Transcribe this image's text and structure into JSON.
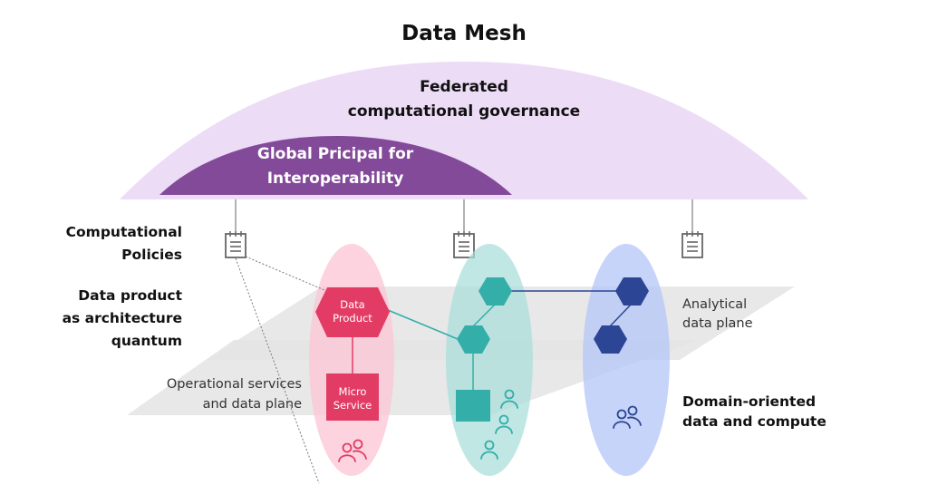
{
  "title": "Data Mesh",
  "governance": {
    "outer_label_lines": [
      "Federated",
      "computational governance"
    ],
    "inner_label_lines": [
      "Global Pricipal for",
      "Interoperability"
    ]
  },
  "side_labels": {
    "policies_lines": [
      "Computational",
      "Policies"
    ],
    "quantum_lines": [
      "Data product",
      "as architecture",
      "quantum"
    ],
    "operational_lines": [
      "Operational services",
      "and data plane"
    ],
    "analytical_lines": [
      "Analytical",
      "data plane"
    ],
    "domain_lines": [
      "Domain-oriented",
      "data and compute"
    ]
  },
  "nodes": {
    "data_product_lines": [
      "Data",
      "Product"
    ],
    "micro_service_lines": [
      "Micro",
      "Service"
    ]
  },
  "icons": {
    "policy": "notepad-icon",
    "users": "users-icon",
    "user": "user-icon"
  },
  "colors": {
    "governance_outer": "#ecdcf5",
    "governance_inner": "#844a9a",
    "domain_pink": "#fbd3df",
    "domain_pink_accent": "#e23c64",
    "domain_teal": "#bde6e3",
    "domain_teal_accent": "#33aea8",
    "domain_blue": "#c6d4fa",
    "domain_blue_accent": "#2c4595",
    "plane": "#e6e6e6"
  }
}
